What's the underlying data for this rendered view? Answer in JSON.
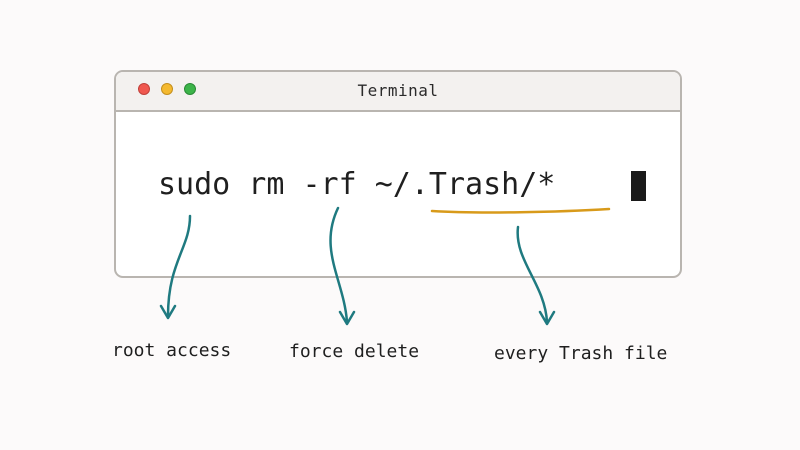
{
  "window": {
    "title": "Terminal"
  },
  "command": {
    "text": "sudo rm -rf ~/.Trash/*"
  },
  "annotations": [
    {
      "label": "root access"
    },
    {
      "label": "force delete"
    },
    {
      "label": "every Trash file"
    }
  ],
  "colors": {
    "arrow": "#1f7a80",
    "underline": "#d89a1a",
    "close_dot": "#f0584f",
    "minimize_dot": "#f4b92f",
    "zoom_dot": "#3cb449"
  }
}
